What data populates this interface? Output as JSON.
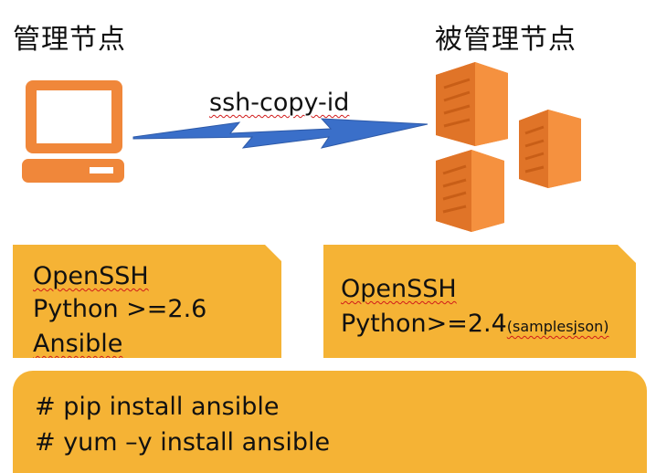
{
  "titles": {
    "control_node": "管理节点",
    "managed_node": "被管理节点"
  },
  "connection": {
    "label": "ssh-copy-id"
  },
  "control_requirements": {
    "line1": "OpenSSH",
    "line2": "Python >=2.6",
    "line3": "Ansible"
  },
  "managed_requirements": {
    "line1": "OpenSSH",
    "line2_main": "Python>=2.4",
    "line2_note": "(samplesjson)"
  },
  "install_commands": {
    "pip": "# pip install ansible",
    "yum": "# yum –y install ansible"
  },
  "colors": {
    "orange_icon": "#f0873a",
    "box_fill": "#f5b335",
    "bolt_fill": "#3a6fc9",
    "spellcheck": "#d11a1a"
  },
  "icons": {
    "control": "computer-icon",
    "managed": "server-cluster-icon",
    "link": "lightning-bolt-icon"
  }
}
